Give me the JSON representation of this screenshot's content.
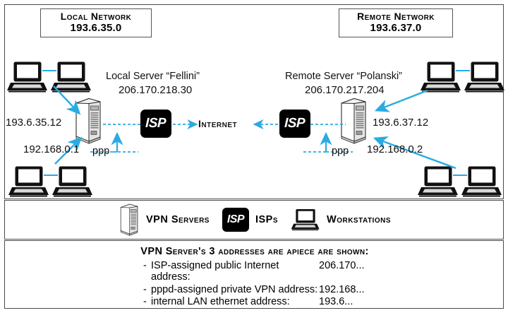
{
  "diagram": {
    "title": "VPN network topology",
    "accent_cyan": "#29ABE2",
    "isp_box_color": "#000000"
  },
  "networks": {
    "local": {
      "name": "Local Network",
      "ip": "193.6.35.0"
    },
    "remote": {
      "name": "Remote Network",
      "ip": "193.6.37.0"
    }
  },
  "servers": {
    "local": {
      "name": "Local Server “Fellini”",
      "public_ip": "206.170.218.30",
      "lan_ip": "193.6.35.12",
      "vpn_ip": "192.168.0.1",
      "link_label": "ppp"
    },
    "remote": {
      "name": "Remote Server “Polanski”",
      "public_ip": "206.170.217.204",
      "lan_ip": "193.6.37.12",
      "vpn_ip": "192.168.0.2",
      "link_label": "ppp"
    }
  },
  "cloud": {
    "isp_left_label": "ISP",
    "isp_right_label": "ISP",
    "internet_label": "Internet"
  },
  "legend": {
    "items": [
      {
        "icon": "server-tower-icon",
        "label": "VPN Servers"
      },
      {
        "icon": "isp-box-icon",
        "label": "ISPs"
      },
      {
        "icon": "workstation-icon",
        "label": "Workstations"
      }
    ]
  },
  "notes": {
    "heading": "VPN Server's 3 addresses are apiece are shown:",
    "lines": [
      {
        "dash": "-",
        "text": "ISP-assigned public Internet address:",
        "value": "206.170..."
      },
      {
        "dash": "-",
        "text": "pppd-assigned private VPN address:",
        "value": "192.168..."
      },
      {
        "dash": "-",
        "text": "internal LAN ethernet address:",
        "value": "193.6..."
      }
    ]
  }
}
